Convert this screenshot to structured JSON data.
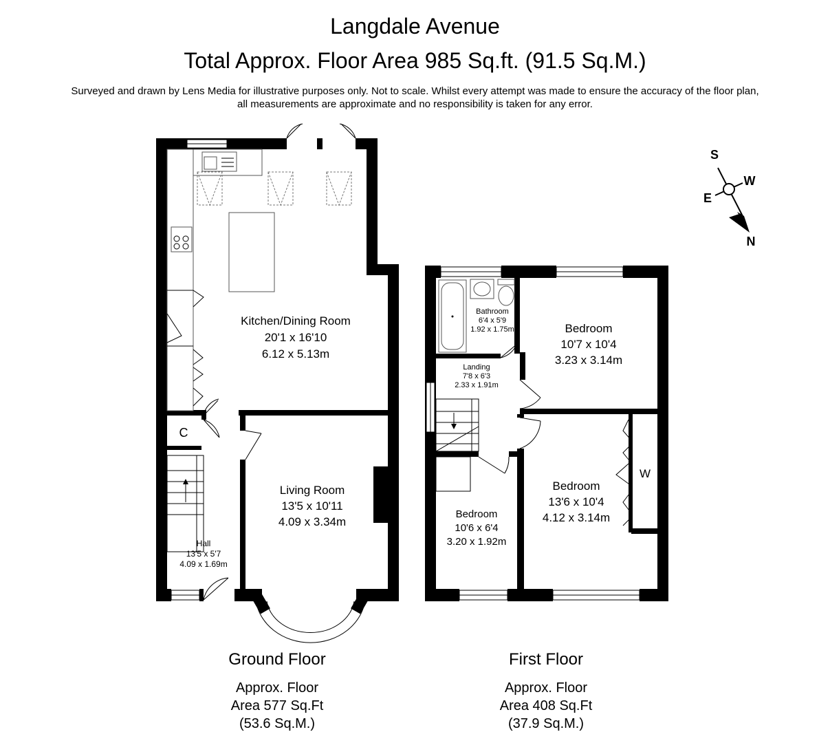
{
  "header": {
    "title": "Langdale Avenue",
    "subtitle": "Total Approx. Floor Area 985 Sq.ft. (91.5 Sq.M.)",
    "disclaimer_line1": "Surveyed and drawn by Lens Media for illustrative purposes only. Not to scale. Whilst every attempt was made to ensure the accuracy of the floor plan,",
    "disclaimer_line2": "all measurements are approximate and no responsibility is taken for any error."
  },
  "compass": {
    "s": "S",
    "w": "W",
    "e": "E",
    "n": "N"
  },
  "ground_floor": {
    "name": "Ground Floor",
    "area_line1": "Approx. Floor",
    "area_line2": "Area 577 Sq.Ft",
    "area_line3": "(53.6 Sq.M.)",
    "rooms": {
      "kitchen": {
        "name": "Kitchen/Dining Room",
        "imperial": "20'1 x 16'10",
        "metric": "6.12 x 5.13m"
      },
      "living": {
        "name": "Living Room",
        "imperial": "13'5 x 10'11",
        "metric": "4.09 x 3.34m"
      },
      "hall": {
        "name": "Hall",
        "imperial": "13'5 x 5'7",
        "metric": "4.09 x 1.69m"
      },
      "cupboard": {
        "name": "C"
      }
    }
  },
  "first_floor": {
    "name": "First Floor",
    "area_line1": "Approx. Floor",
    "area_line2": "Area 408 Sq.Ft",
    "area_line3": "(37.9 Sq.M.)",
    "rooms": {
      "bathroom": {
        "name": "Bathroom",
        "imperial": "6'4 x 5'9",
        "metric": "1.92 x 1.75m"
      },
      "landing": {
        "name": "Landing",
        "imperial": "7'8 x 6'3",
        "metric": "2.33 x 1.91m"
      },
      "bedroom1": {
        "name": "Bedroom",
        "imperial": "10'7 x 10'4",
        "metric": "3.23 x 3.14m"
      },
      "bedroom2": {
        "name": "Bedroom",
        "imperial": "13'6 x 10'4",
        "metric": "4.12 x 3.14m"
      },
      "bedroom3": {
        "name": "Bedroom",
        "imperial": "10'6 x 6'4",
        "metric": "3.20 x 1.92m"
      },
      "wardrobe": {
        "name": "W"
      }
    }
  }
}
